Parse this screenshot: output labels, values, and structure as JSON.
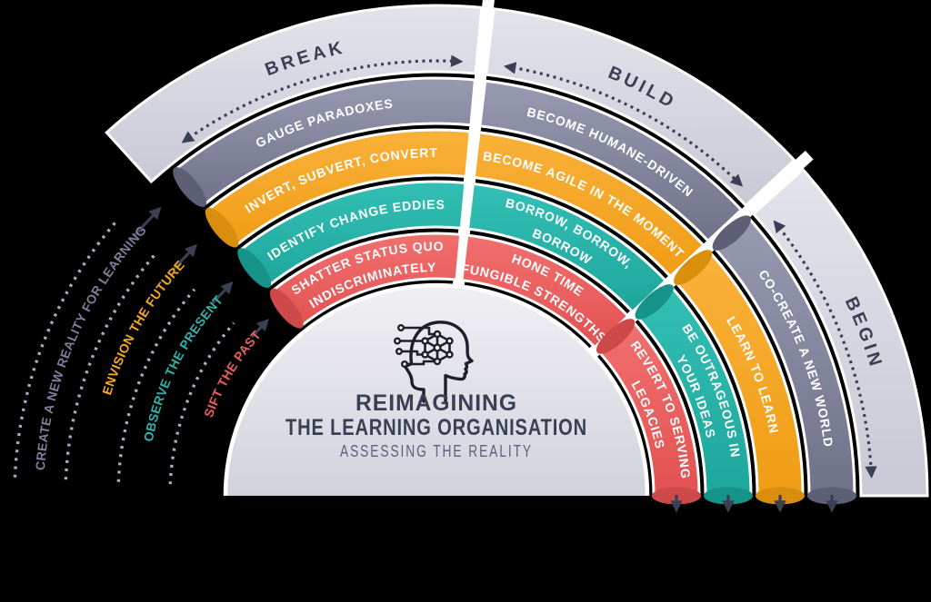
{
  "title": {
    "line1": "REIMAGINING",
    "line2": "THE LEARNING ORGANISATION",
    "subtitle": "ASSESSING THE REALITY"
  },
  "colors": {
    "background": "#000000",
    "white_gap": "#FFFFFF",
    "navy": "#3A3F54",
    "guide_dots": "#ABABBF",
    "band_light": "#E3E3EB",
    "band_dark": "#C9C9D6",
    "dome_light": "#F0F0F4",
    "dome_dark": "#D2D2DC",
    "title_text": "#3A3F54",
    "subtitle_text": "#5C6078"
  },
  "rings": [
    {
      "id": "red",
      "light": "#F17070",
      "dark": "#E35151",
      "cap": "#CE4A4A"
    },
    {
      "id": "teal",
      "light": "#33BFB5",
      "dark": "#1EA69B",
      "cap": "#17948A"
    },
    {
      "id": "orange",
      "light": "#F9B13A",
      "dark": "#F09D15",
      "cap": "#D98E0E"
    },
    {
      "id": "gray",
      "light": "#979AB1",
      "dark": "#6F7289",
      "cap": "#5D5F76"
    }
  ],
  "sections": [
    {
      "id": "break",
      "label": "BREAK",
      "ring_labels": [
        [
          "SHATTER STATUS QUO",
          "INDISCRIMINATELY"
        ],
        [
          "IDENTIFY CHANGE EDDIES"
        ],
        [
          "INVERT, SUBVERT, CONVERT"
        ],
        [
          "GAUGE PARADOXES"
        ]
      ]
    },
    {
      "id": "build",
      "label": "BUILD",
      "ring_labels": [
        [
          "HONE TIME",
          "FUNGIBLE STRENGTHS"
        ],
        [
          "BORROW, BORROW,",
          "BORROW"
        ],
        [
          "BECOME AGILE IN THE MOMENT"
        ],
        [
          "BECOME HUMANE-DRIVEN"
        ]
      ]
    },
    {
      "id": "begin",
      "label": "BEGIN",
      "ring_labels": [
        [
          "REVERT TO SERVING",
          "LEGACIES"
        ],
        [
          "BE OUTRAGEOUS IN",
          "YOUR IDEAS"
        ],
        [
          "LEARN TO LEARN"
        ],
        [
          "CO-CREATE A NEW WORLD"
        ]
      ]
    }
  ],
  "guides": [
    {
      "label": "SIFT THE PAST",
      "color": "#EE5E5E"
    },
    {
      "label": "OBSERVE THE PRESENT",
      "color": "#2CB5AB"
    },
    {
      "label": "ENVISION THE FUTURE",
      "color": "#F7A823"
    },
    {
      "label": "CREATE A NEW REALITY FOR LEARNING",
      "color": "#7D7F9D"
    }
  ]
}
